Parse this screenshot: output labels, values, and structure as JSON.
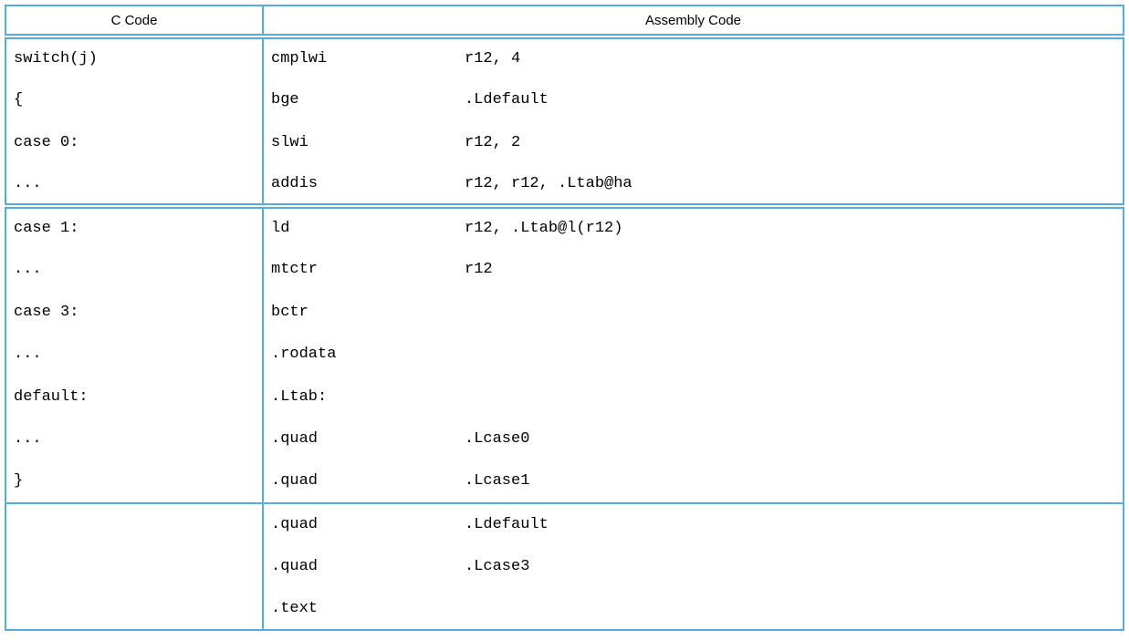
{
  "table": {
    "headers": {
      "c_code": "C Code",
      "assembly": "Assembly Code"
    },
    "sections": [
      {
        "rows": [
          {
            "c": "switch(j)",
            "op": "cmplwi",
            "args": "r12, 4"
          },
          {
            "c": "{",
            "op": "bge",
            "args": ".Ldefault"
          },
          {
            "c": "case 0:",
            "op": "slwi",
            "args": "r12, 2"
          },
          {
            "c": "...",
            "op": "addis",
            "args": "r12, r12, .Ltab@ha"
          }
        ]
      },
      {
        "rows": [
          {
            "c": "case 1:",
            "op": "ld",
            "args": "r12, .Ltab@l(r12)"
          },
          {
            "c": "...",
            "op": "mtctr",
            "args": "r12"
          },
          {
            "c": "case 3:",
            "op": "bctr",
            "args": ""
          },
          {
            "c": "...",
            "op": ".rodata",
            "args": ""
          },
          {
            "c": "default:",
            "op": ".Ltab:",
            "args": ""
          },
          {
            "c": "...",
            "op": ".quad",
            "args": ".Lcase0"
          },
          {
            "c": "}",
            "op": ".quad",
            "args": ".Lcase1"
          }
        ]
      },
      {
        "rows": [
          {
            "c": "",
            "op": ".quad",
            "args": ".Ldefault"
          },
          {
            "c": "",
            "op": ".quad",
            "args": ".Lcase3"
          },
          {
            "c": "",
            "op": ".text",
            "args": ""
          }
        ]
      }
    ]
  },
  "colors": {
    "border": "#55abe4",
    "text": "#000000",
    "background": "#ffffff"
  }
}
